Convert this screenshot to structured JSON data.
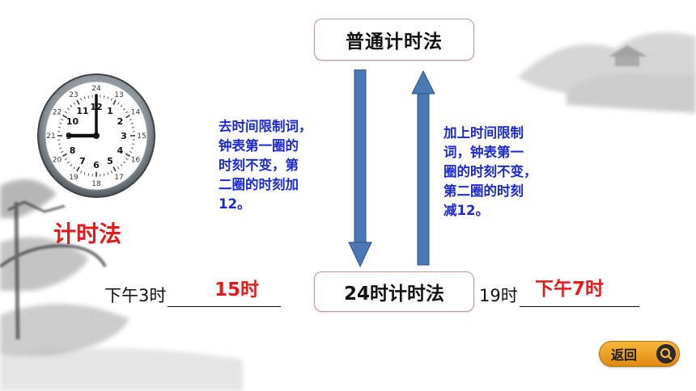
{
  "top_box": {
    "label": "普通计时法"
  },
  "mid_box": {
    "label": "24时计时法"
  },
  "notes": {
    "left": "去时间限制词，\n钟表第一圈的\n时刻不变，第\n二圈的时刻加\n12。",
    "right": "加上时间限制\n词，钟表第一\n圈的时刻不变，\n第二圈的时刻\n减12。"
  },
  "clock": {
    "title": "计时法",
    "outer_numbers": [
      "24",
      "13",
      "14",
      "15",
      "16",
      "17",
      "18",
      "19",
      "20",
      "21",
      "22",
      "23"
    ],
    "inner_numbers": [
      "12",
      "1",
      "2",
      "3",
      "4",
      "5",
      "6",
      "7",
      "8",
      "9",
      "10",
      "11"
    ]
  },
  "questions": [
    {
      "prefix": "下午3时",
      "answer": "15时"
    },
    {
      "prefix": "19时",
      "answer": "下午7时"
    }
  ],
  "back_button": {
    "label": "返回"
  },
  "colors": {
    "arrow": "#4a78b5",
    "answer": "#e41a1a",
    "note": "#1c2ad0",
    "button": "#f0a227"
  }
}
